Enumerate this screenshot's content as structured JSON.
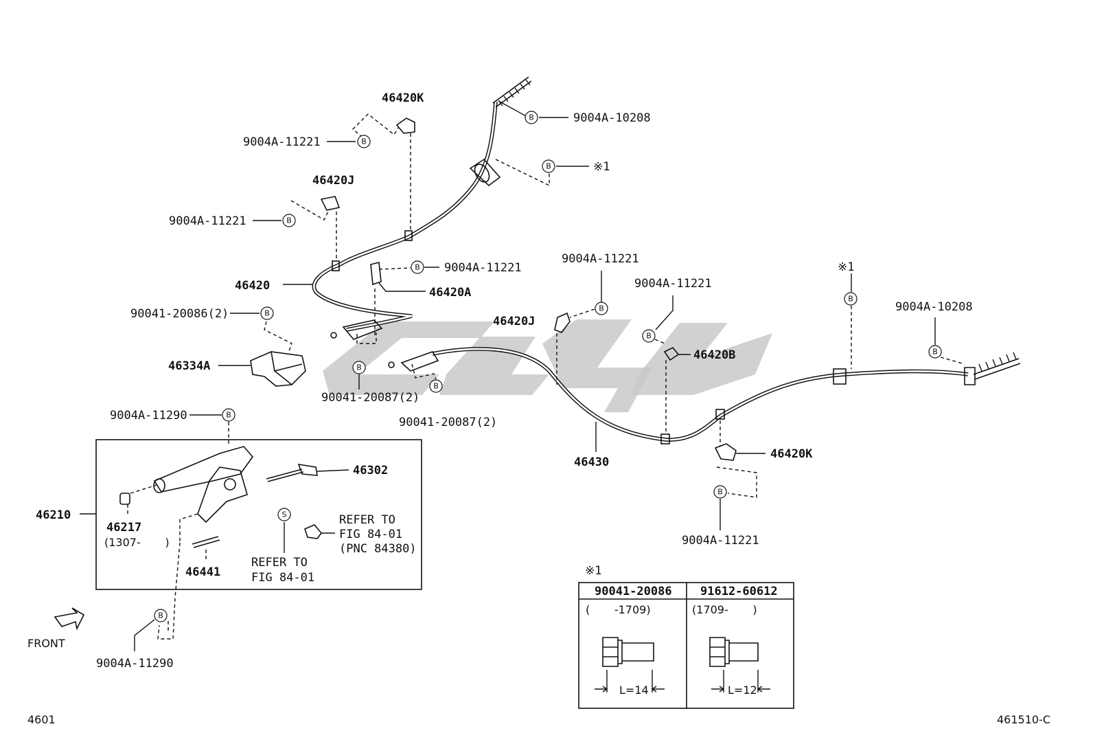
{
  "labels": {
    "p46420K_top": "46420K",
    "p9004A10208_top": "9004A-10208",
    "p9004A11221_a": "9004A-11221",
    "note1_top": "※1",
    "p46420J_top": "46420J",
    "p9004A11221_b": "9004A-11221",
    "p46420": "46420",
    "p9004A11221_c": "9004A-11221",
    "p46420A": "46420A",
    "p9004A11221_d": "9004A-11221",
    "p9004A11221_e": "9004A-11221",
    "p90041_20086": "90041-20086(2)",
    "p46420J_mid": "46420J",
    "p46420B": "46420B",
    "note1_right": "※1",
    "p9004A10208_right": "9004A-10208",
    "p46334A": "46334A",
    "p90041_20087_a": "90041-20087(2)",
    "p90041_20087_b": "90041-20087(2)",
    "p9004A11290_top": "9004A-11290",
    "p46302": "46302",
    "p46430": "46430",
    "p46420K_right": "46420K",
    "p46210": "46210",
    "p46217": "46217",
    "p46217_range": "(1307-       )",
    "refer1_l1": "REFER TO",
    "refer1_l2": "FIG 84-01",
    "refer1_l3": "(PNC 84380)",
    "refer2_l1": "REFER TO",
    "refer2_l2": "FIG 84-01",
    "p46441": "46441",
    "p9004A11221_f": "9004A-11221",
    "p9004A11290_bottom": "9004A-11290",
    "front": "FRONT",
    "page_code": "4601",
    "figure_code": "461510-C"
  },
  "circle_marks": {
    "b": "B",
    "s": "S"
  },
  "table": {
    "note": "※1",
    "columns": [
      {
        "part": "90041-20086",
        "range": "(       -1709)",
        "length": "L=14"
      },
      {
        "part": "91612-60612",
        "range": "(1709-       )",
        "length": "L=12"
      }
    ]
  }
}
